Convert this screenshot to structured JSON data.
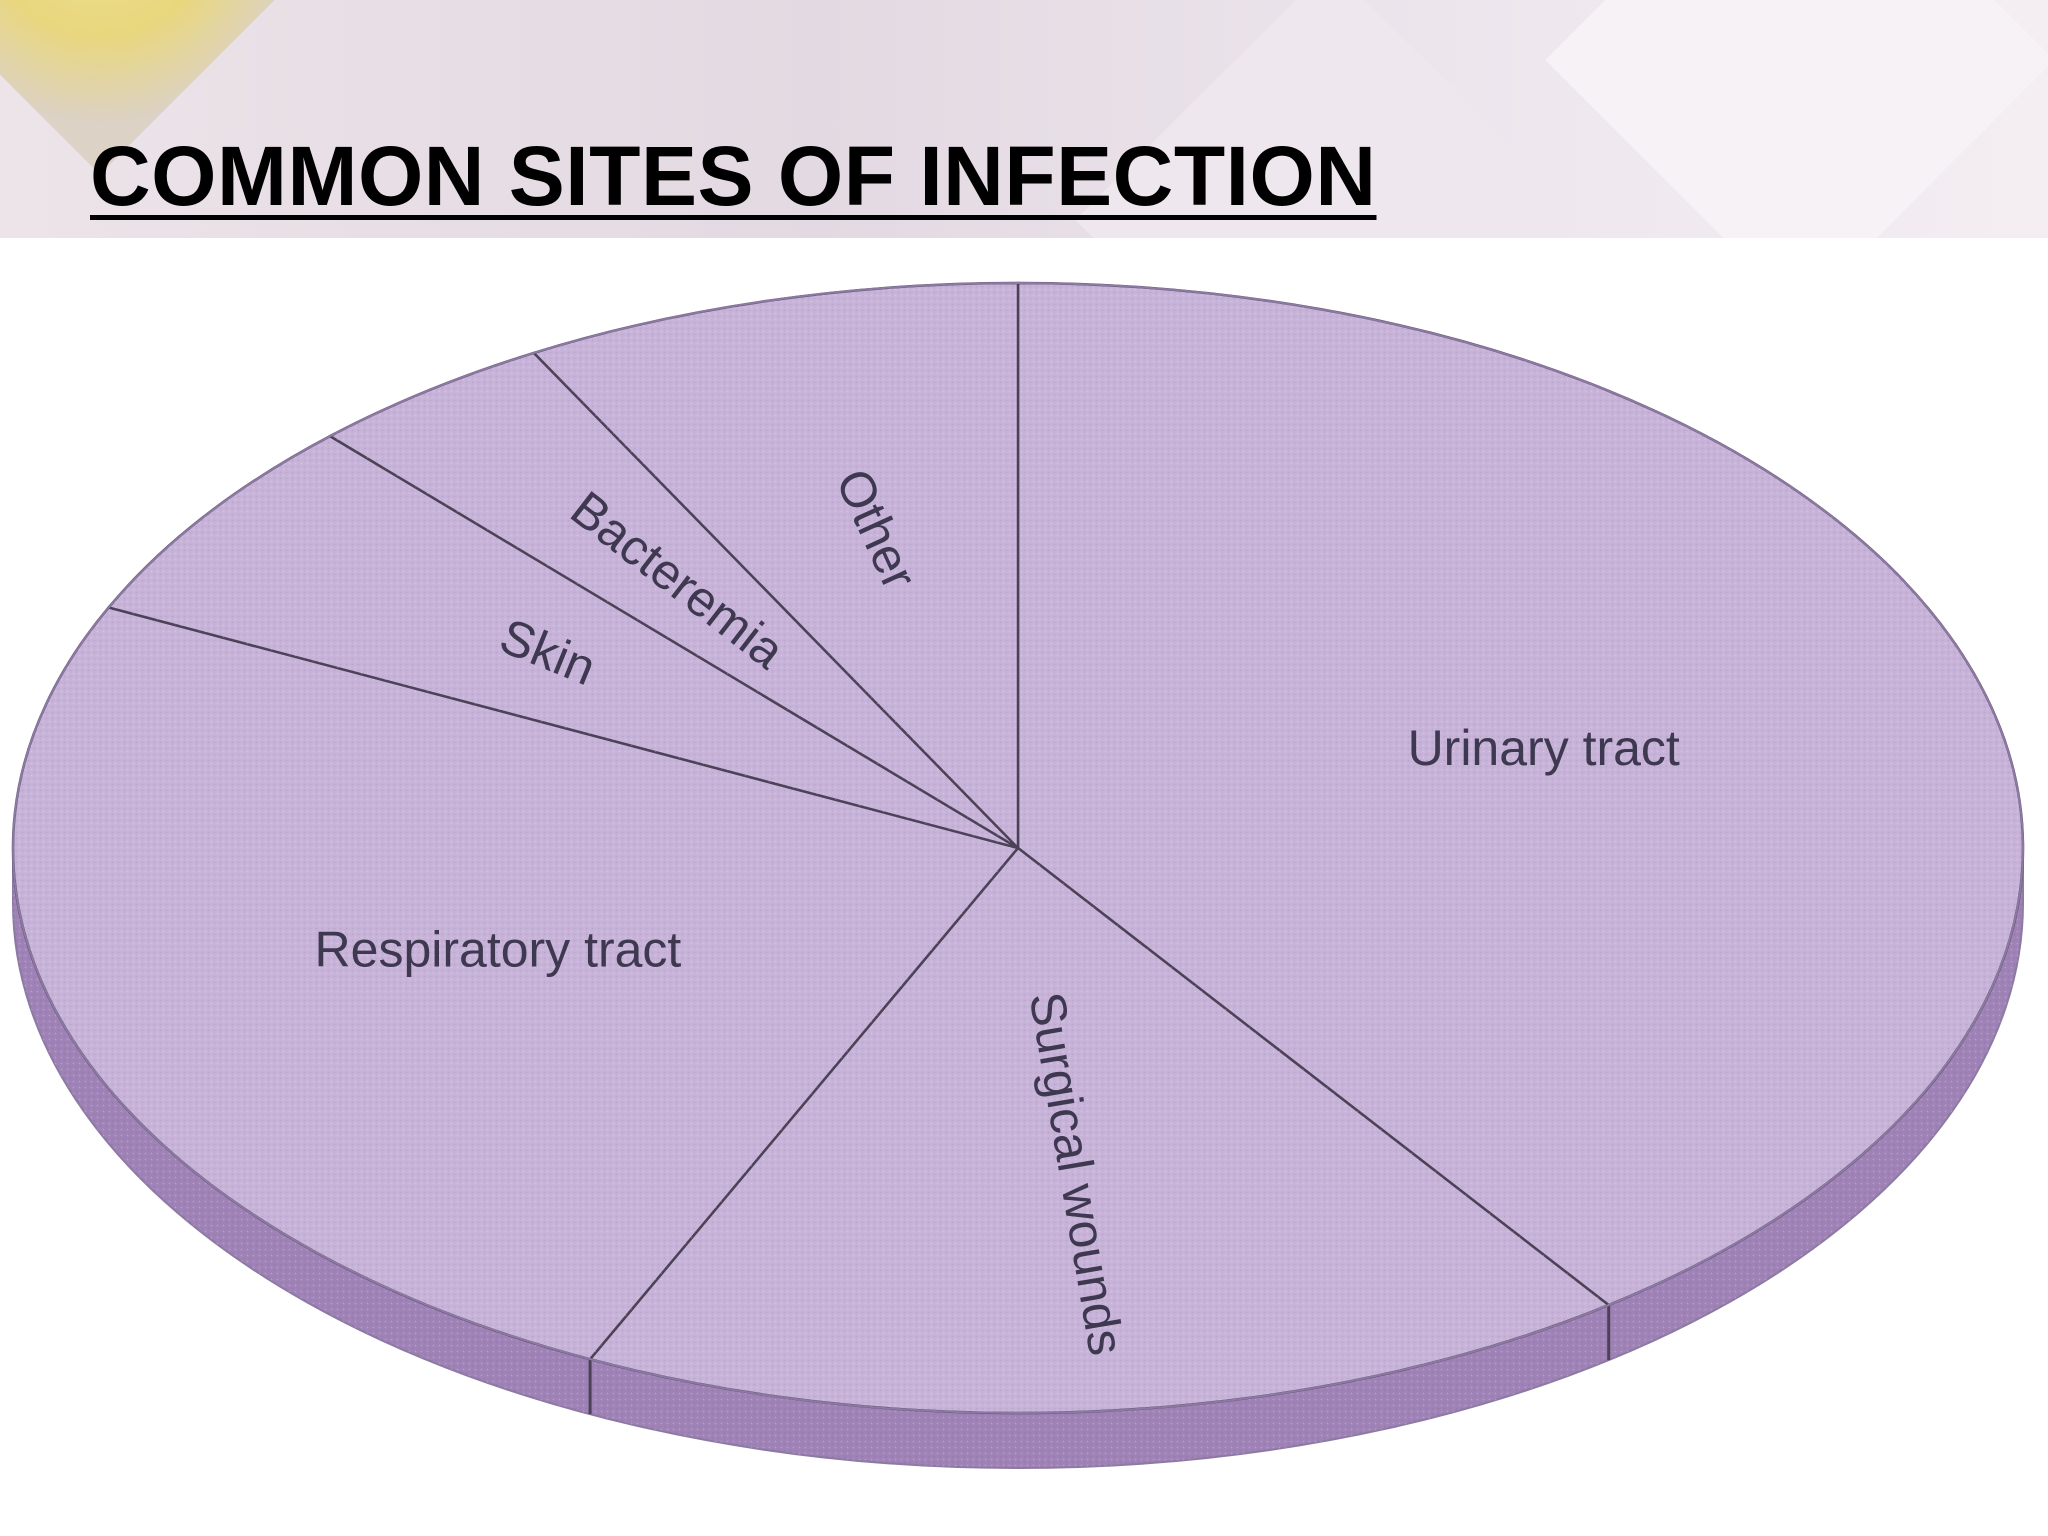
{
  "slide": {
    "title": "COMMON SITES OF INFECTION"
  },
  "colors": {
    "slice_fill": "#c7b3d8",
    "slice_edge": "#8d7aa4",
    "rim_fill": "#9f82b6",
    "divider": "#4c4258",
    "label": "#3e3850",
    "title": "#000000"
  },
  "chart_data": {
    "type": "pie",
    "style": "3d-tilted",
    "title": "",
    "start_angle_deg": 90,
    "direction": "clockwise",
    "labels": [
      "Urinary tract",
      "Surgical wounds",
      "Respiratory tract",
      "Skin",
      "Bacteremia",
      "Other"
    ],
    "values": [
      40,
      17,
      25,
      6,
      4,
      8
    ],
    "legend": "none"
  }
}
